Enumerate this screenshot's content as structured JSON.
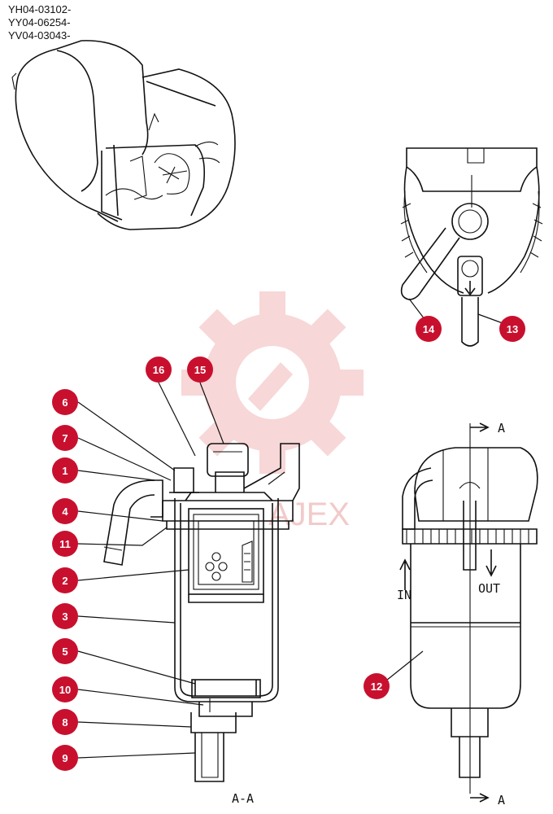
{
  "serials": [
    "YH04-03102-",
    "YY04-06254-",
    "YV04-03043-"
  ],
  "watermark_text": "AJEX",
  "section_title": "A-A",
  "section_marker": "A",
  "flow_labels": {
    "in": "IN",
    "out": "OUT"
  },
  "callouts": [
    {
      "id": "c6",
      "n": "6"
    },
    {
      "id": "c7",
      "n": "7"
    },
    {
      "id": "c1",
      "n": "1"
    },
    {
      "id": "c4",
      "n": "4"
    },
    {
      "id": "c11",
      "n": "11"
    },
    {
      "id": "c2",
      "n": "2"
    },
    {
      "id": "c3",
      "n": "3"
    },
    {
      "id": "c5",
      "n": "5"
    },
    {
      "id": "c10",
      "n": "10"
    },
    {
      "id": "c8",
      "n": "8"
    },
    {
      "id": "c9",
      "n": "9"
    },
    {
      "id": "c16",
      "n": "16"
    },
    {
      "id": "c15",
      "n": "15"
    },
    {
      "id": "c14",
      "n": "14"
    },
    {
      "id": "c13",
      "n": "13"
    },
    {
      "id": "c12",
      "n": "12"
    }
  ],
  "colors": {
    "callout": "#c8102e",
    "watermark": "#f2b8b8",
    "line": "#111111"
  }
}
